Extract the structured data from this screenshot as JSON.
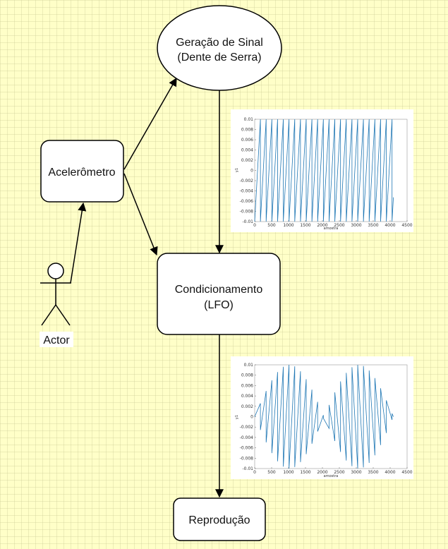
{
  "nodes": {
    "signal_gen": {
      "line1": "Geração de Sinal",
      "line2": "(Dente de Serra)"
    },
    "accelerometer": {
      "label": "Acelerômetro"
    },
    "conditioning": {
      "line1": "Condicionamento",
      "line2": "(LFO)"
    },
    "playback": {
      "label": "Reprodução"
    },
    "actor": {
      "label": "Actor"
    }
  },
  "colors": {
    "plot_line": "#1f77b4",
    "node_fill": "#ffffff",
    "stroke": "#000000"
  },
  "chart_data": [
    {
      "type": "line",
      "xlabel": "amostra",
      "ylabel": "y1",
      "xlim": [
        0,
        4500
      ],
      "ylim": [
        -0.01,
        0.01
      ],
      "xticks": [
        0,
        500,
        1000,
        1500,
        2000,
        2500,
        3000,
        3500,
        4000,
        4500
      ],
      "xtick_labels": [
        "0",
        "500",
        "1000",
        "1500",
        "2000",
        "2500",
        "3000",
        "3500",
        "4000",
        "4500"
      ],
      "yticks": [
        0.01,
        0.008,
        0.006,
        0.004,
        0.002,
        0,
        -0.002,
        -0.004,
        -0.006,
        -0.008,
        -0.01
      ],
      "ytick_labels": [
        "0.01",
        "0.008",
        "0.006",
        "0.004",
        "0.002",
        "0",
        "-0.002",
        "-0.004",
        "-0.006",
        "-0.008",
        "-0.01"
      ],
      "series": [
        {
          "kind": "sawtooth",
          "amplitude": 0.01,
          "period": 169,
          "x_end": 4096
        }
      ]
    },
    {
      "type": "line",
      "xlabel": "amostra",
      "ylabel": "y1",
      "xlim": [
        0,
        4500
      ],
      "ylim": [
        -0.01,
        0.01
      ],
      "xticks": [
        0,
        500,
        1000,
        1500,
        2000,
        2500,
        3000,
        3500,
        4000,
        4500
      ],
      "xtick_labels": [
        "0",
        "500",
        "1000",
        "1500",
        "2000",
        "2500",
        "3000",
        "3500",
        "4000",
        "4500"
      ],
      "yticks": [
        0.01,
        0.008,
        0.006,
        0.004,
        0.002,
        0,
        -0.002,
        -0.004,
        -0.006,
        -0.008,
        -0.01
      ],
      "ytick_labels": [
        "0.01",
        "0.008",
        "0.006",
        "0.004",
        "0.002",
        "0",
        "-0.002",
        "-0.004",
        "-0.006",
        "-0.008",
        "-0.01"
      ],
      "series": [
        {
          "kind": "sawtooth_lfo",
          "amplitude": 0.01,
          "period": 169,
          "lfo_period": 2048,
          "x_end": 4096
        }
      ]
    }
  ]
}
